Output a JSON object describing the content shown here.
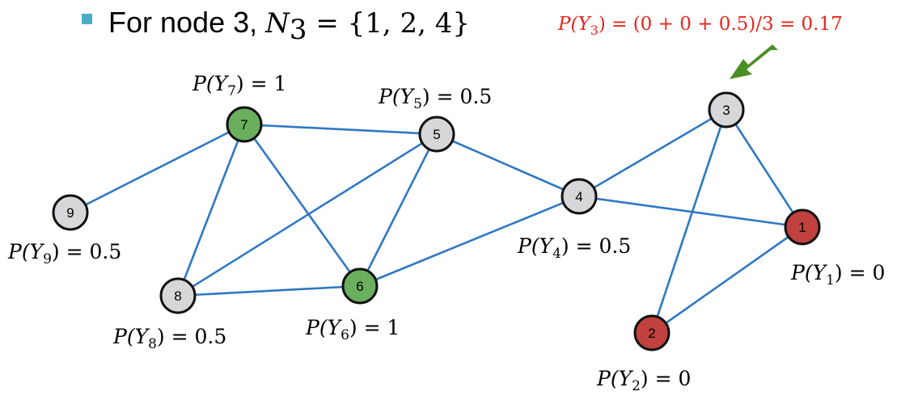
{
  "heading": {
    "prefix": "For node 3, ",
    "set_symbol": "N",
    "set_subscript": "3",
    "set_rest": " = {1, 2, 4}"
  },
  "formula": {
    "text": "P(Y",
    "subscript": "3",
    "rest": ") = (0 + 0 + 0.5)/3 = 0.17"
  },
  "colors": {
    "edge": "#2f78c4",
    "labeled_green": "#6aaf5e",
    "labeled_red": "#c0413d",
    "unlabeled": "#d7d7d9",
    "arrow": "#4a8f25",
    "formula": "#e8251d",
    "bullet": "#4bacc6"
  },
  "nodes": [
    {
      "id": "1",
      "state": "red",
      "prob_sub": "1",
      "prob_val": "0"
    },
    {
      "id": "2",
      "state": "red",
      "prob_sub": "2",
      "prob_val": "0"
    },
    {
      "id": "3",
      "state": "gray",
      "prob_sub": "",
      "prob_val": ""
    },
    {
      "id": "4",
      "state": "gray",
      "prob_sub": "4",
      "prob_val": "0.5"
    },
    {
      "id": "5",
      "state": "gray",
      "prob_sub": "5",
      "prob_val": "0.5"
    },
    {
      "id": "6",
      "state": "green",
      "prob_sub": "6",
      "prob_val": "1"
    },
    {
      "id": "7",
      "state": "green",
      "prob_sub": "7",
      "prob_val": "1"
    },
    {
      "id": "8",
      "state": "gray",
      "prob_sub": "8",
      "prob_val": "0.5"
    },
    {
      "id": "9",
      "state": "gray",
      "prob_sub": "9",
      "prob_val": "0.5"
    }
  ],
  "edges": [
    [
      "7",
      "9"
    ],
    [
      "7",
      "5"
    ],
    [
      "7",
      "8"
    ],
    [
      "7",
      "6"
    ],
    [
      "5",
      "8"
    ],
    [
      "5",
      "6"
    ],
    [
      "5",
      "4"
    ],
    [
      "8",
      "6"
    ],
    [
      "6",
      "4"
    ],
    [
      "4",
      "3"
    ],
    [
      "4",
      "1"
    ],
    [
      "3",
      "1"
    ],
    [
      "3",
      "2"
    ],
    [
      "2",
      "1"
    ]
  ]
}
